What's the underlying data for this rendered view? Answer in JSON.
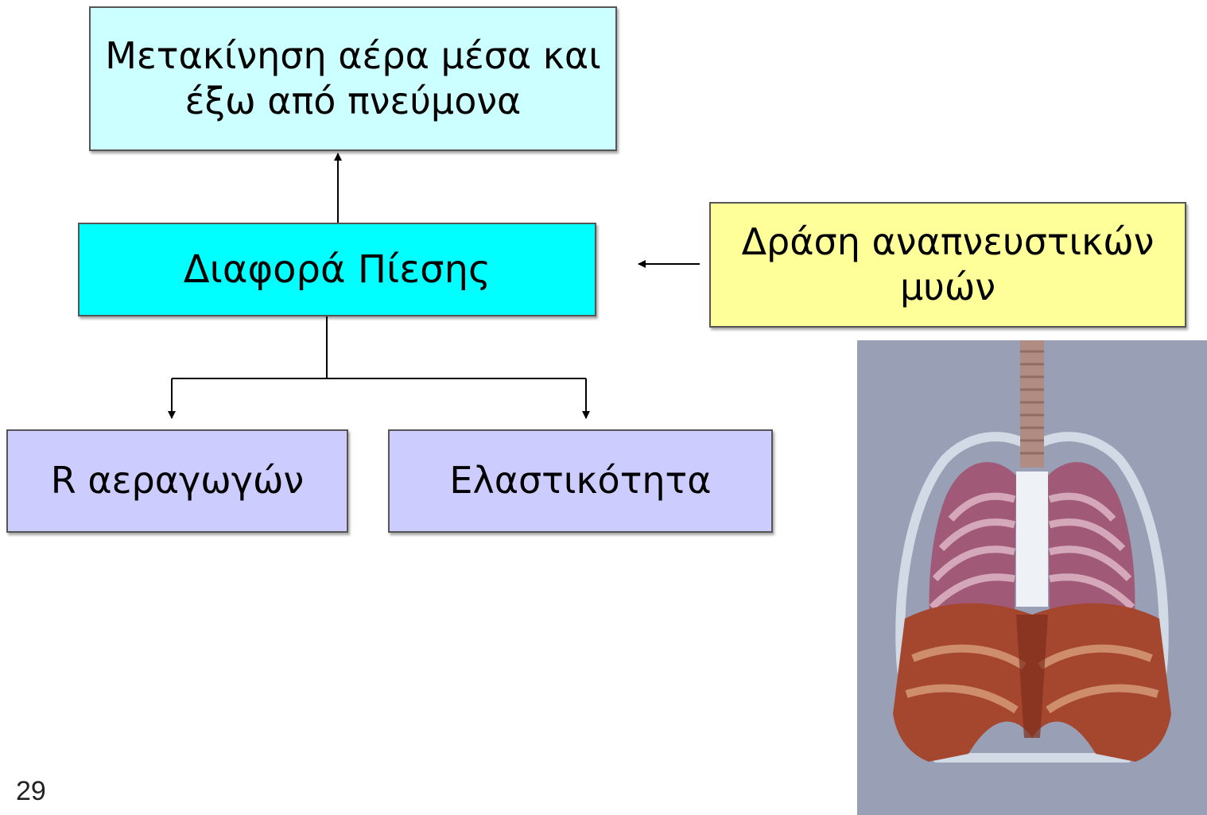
{
  "diagram": {
    "top_box": {
      "line1": "Μετακίνηση αέρα μέσα και",
      "line2": "έξω από πνεύμονα"
    },
    "pressure_box": {
      "label": "Διαφορά Πίεσης"
    },
    "muscles_box": {
      "line1": "Δράση αναπνευστικών",
      "line2": "μυών"
    },
    "resistance_box": {
      "label": "R αεραγωγών"
    },
    "elasticity_box": {
      "label": "Ελαστικότητα"
    }
  },
  "colors": {
    "top_box": "#ccffff",
    "pressure_box": "#00ffff",
    "muscles_box": "#ffff99",
    "bottom_boxes": "#ccccff",
    "illustration_background": "#99a0b6"
  },
  "illustration": {
    "icon": "lungs-ribcage-diaphragm-icon"
  },
  "slide_number": "29"
}
